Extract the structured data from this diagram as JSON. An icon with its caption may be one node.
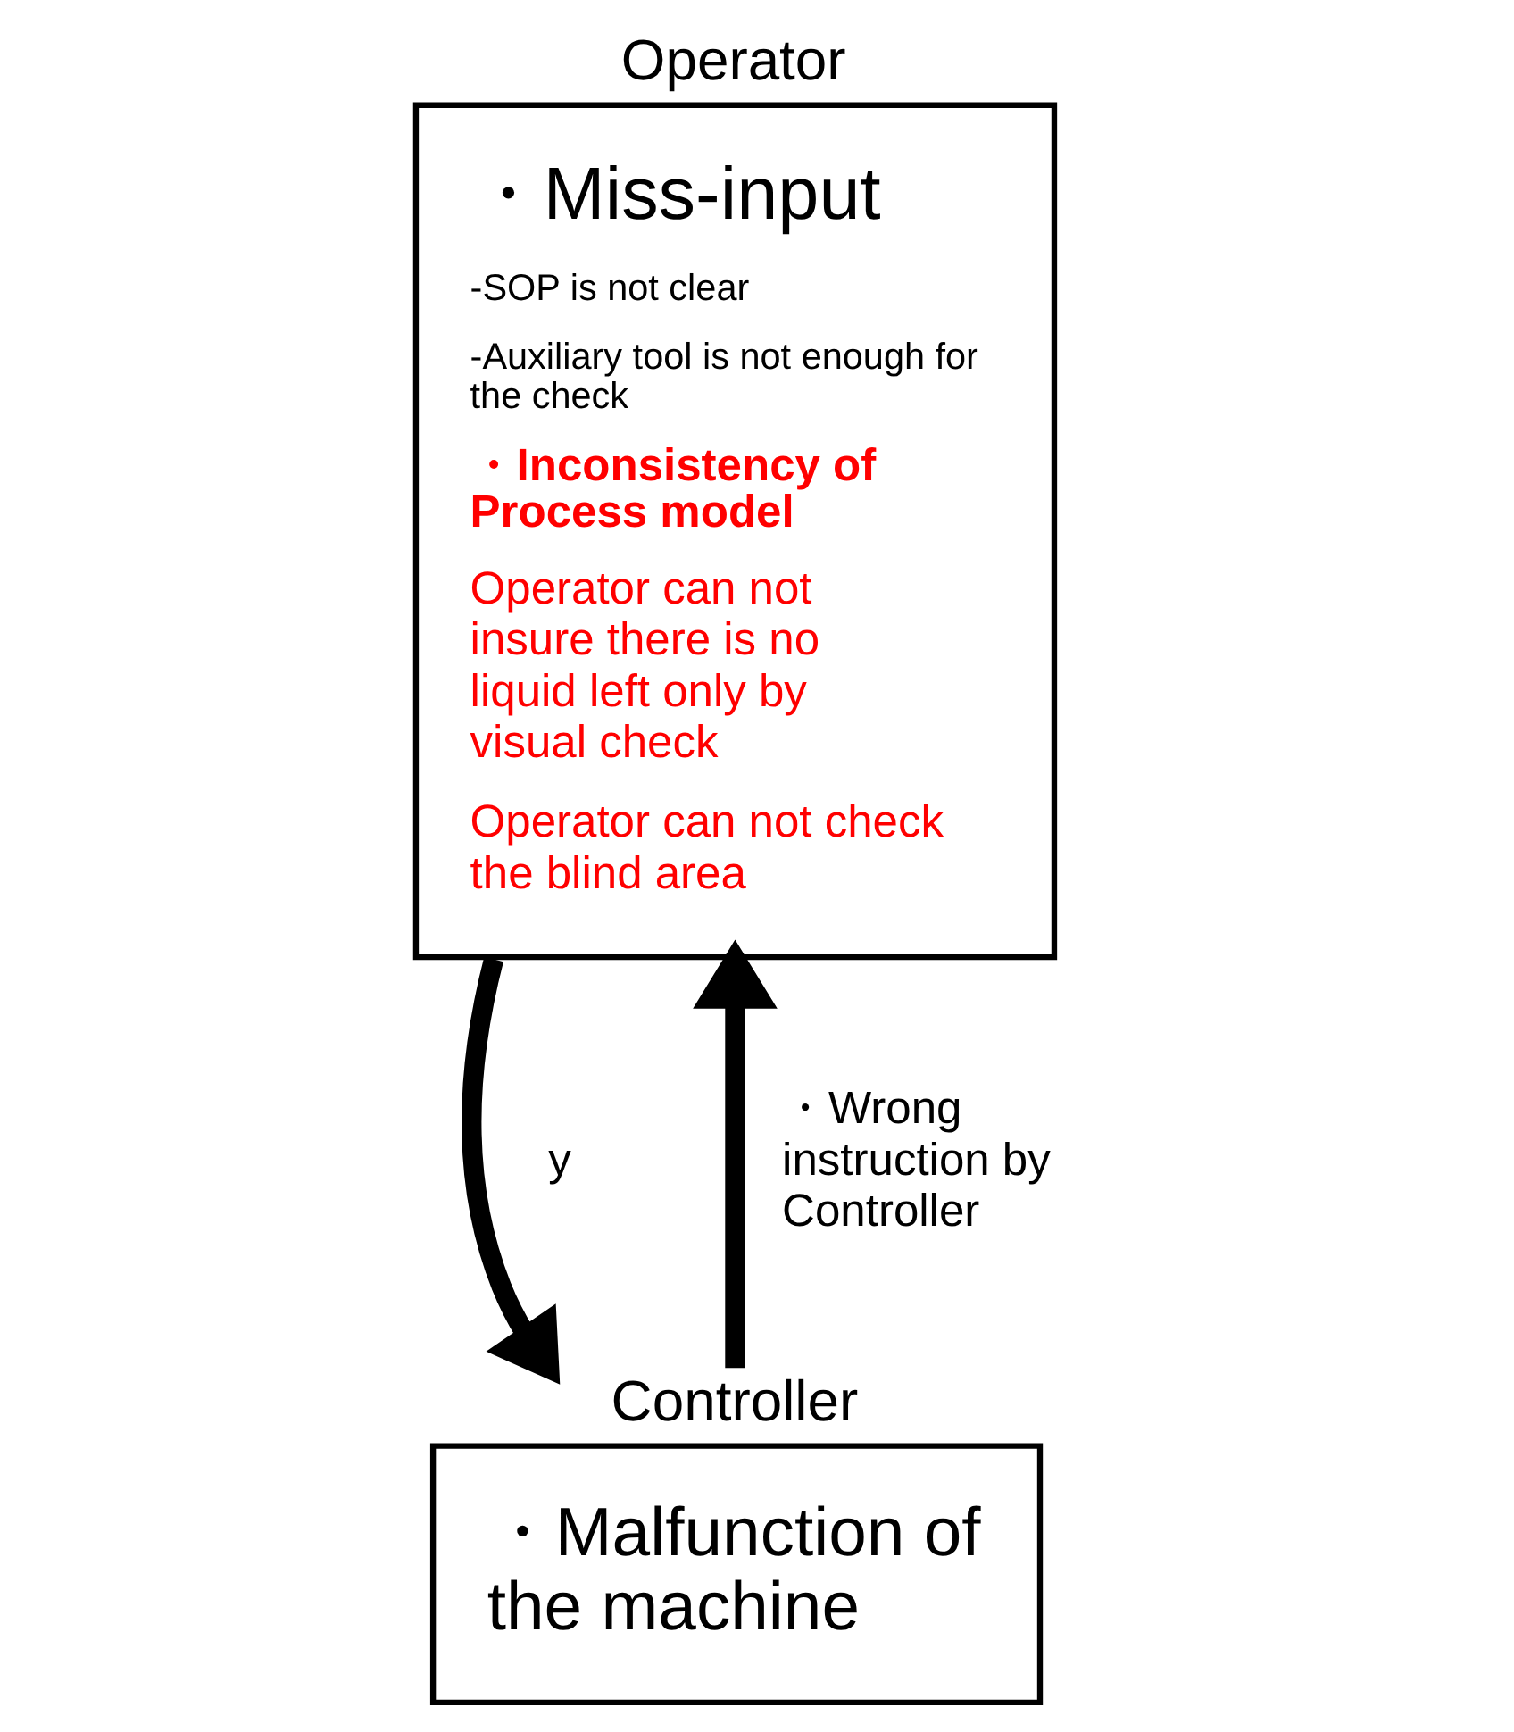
{
  "diagram": {
    "nodes": [
      {
        "text": [
          "Operator",
          "・Miss-input",
          "-SOP is not clear",
          "-Auxiliary tool is not enough for the check",
          "・Inconsistency of Process model",
          "Operator can not insure there is no liquid left only by visual check",
          "Operator can not check the blind area"
        ]
      },
      {
        "text": [
          "Controller",
          "・Malfunction of the machine"
        ]
      }
    ],
    "edges": [
      {
        "from": 0,
        "to": 1,
        "arrow": "to",
        "label": "y"
      },
      {
        "from": 1,
        "to": 0,
        "arrow": "to",
        "label": "・Wrong instruction by Controller"
      }
    ]
  }
}
